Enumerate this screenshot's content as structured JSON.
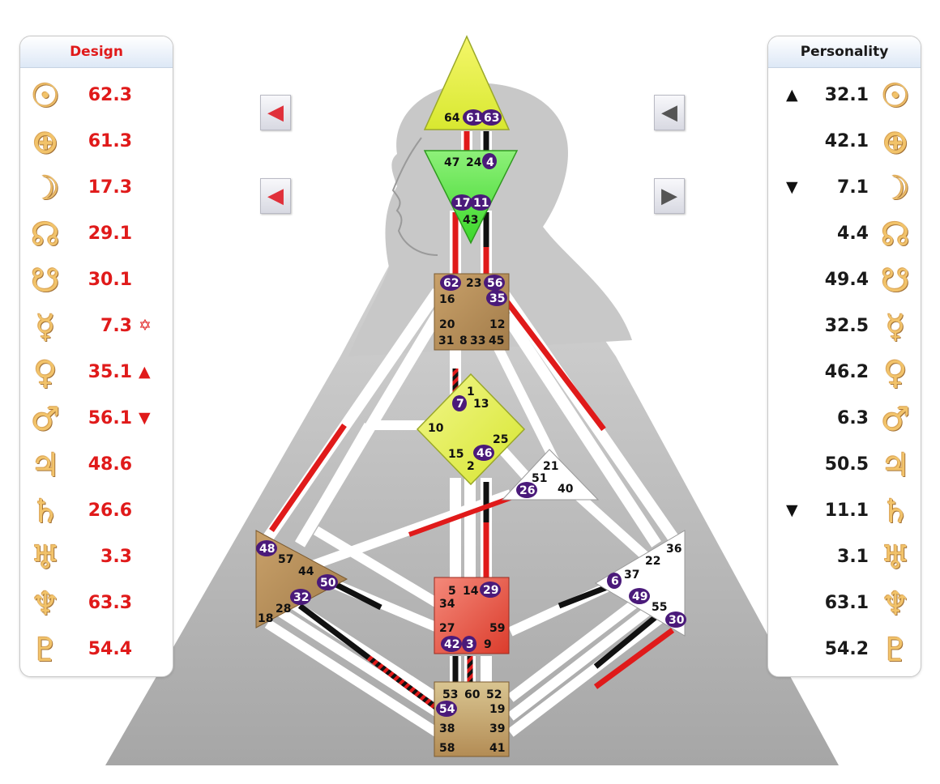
{
  "design": {
    "title": "Design",
    "rows": [
      {
        "icon": "sun-icon",
        "glyph": "☉",
        "value": "62.3",
        "mark": ""
      },
      {
        "icon": "earth-icon",
        "glyph": "⊕",
        "value": "61.3",
        "mark": ""
      },
      {
        "icon": "moon-icon",
        "glyph": "☽",
        "value": "17.3",
        "mark": ""
      },
      {
        "icon": "north-node-icon",
        "glyph": "☊",
        "value": "29.1",
        "mark": ""
      },
      {
        "icon": "south-node-icon",
        "glyph": "☋",
        "value": "30.1",
        "mark": ""
      },
      {
        "icon": "mercury-icon",
        "glyph": "☿",
        "value": "7.3",
        "mark": "✡"
      },
      {
        "icon": "venus-icon",
        "glyph": "♀",
        "value": "35.1",
        "mark": "▲"
      },
      {
        "icon": "mars-icon",
        "glyph": "♂",
        "value": "56.1",
        "mark": "▼"
      },
      {
        "icon": "jupiter-icon",
        "glyph": "♃",
        "value": "48.6",
        "mark": ""
      },
      {
        "icon": "saturn-icon",
        "glyph": "♄",
        "value": "26.6",
        "mark": ""
      },
      {
        "icon": "uranus-icon",
        "glyph": "♅",
        "value": "3.3",
        "mark": ""
      },
      {
        "icon": "neptune-icon",
        "glyph": "♆",
        "value": "63.3",
        "mark": ""
      },
      {
        "icon": "pluto-icon",
        "glyph": "♇",
        "value": "54.4",
        "mark": ""
      }
    ]
  },
  "personality": {
    "title": "Personality",
    "rows": [
      {
        "icon": "sun-icon",
        "glyph": "☉",
        "value": "32.1",
        "mark": "▲"
      },
      {
        "icon": "earth-icon",
        "glyph": "⊕",
        "value": "42.1",
        "mark": ""
      },
      {
        "icon": "moon-icon",
        "glyph": "☽",
        "value": "7.1",
        "mark": "▼"
      },
      {
        "icon": "north-node-icon",
        "glyph": "☊",
        "value": "4.4",
        "mark": ""
      },
      {
        "icon": "south-node-icon",
        "glyph": "☋",
        "value": "49.4",
        "mark": ""
      },
      {
        "icon": "mercury-icon",
        "glyph": "☿",
        "value": "32.5",
        "mark": ""
      },
      {
        "icon": "venus-icon",
        "glyph": "♀",
        "value": "46.2",
        "mark": ""
      },
      {
        "icon": "mars-icon",
        "glyph": "♂",
        "value": "6.3",
        "mark": ""
      },
      {
        "icon": "jupiter-icon",
        "glyph": "♃",
        "value": "50.5",
        "mark": ""
      },
      {
        "icon": "saturn-icon",
        "glyph": "♄",
        "value": "11.1",
        "mark": "▼"
      },
      {
        "icon": "uranus-icon",
        "glyph": "♅",
        "value": "3.1",
        "mark": ""
      },
      {
        "icon": "neptune-icon",
        "glyph": "♆",
        "value": "63.1",
        "mark": ""
      },
      {
        "icon": "pluto-icon",
        "glyph": "♇",
        "value": "54.2",
        "mark": ""
      }
    ]
  },
  "arrows": {
    "top_left": "◀",
    "mid_left": "◀",
    "top_right": "◀",
    "mid_right": "▶"
  },
  "colors": {
    "design": "#e01a1a",
    "personality": "#111111",
    "activated_gate": "#4a1a7a",
    "head": "#e8f24a",
    "ajna": "#5ee83a",
    "throat": "#b9935c",
    "g_center": "#e3f03a",
    "sacral": "#e24a3a",
    "root": "#c8aa6c"
  },
  "centers": {
    "head": {
      "gates": [
        "64",
        "61",
        "63"
      ],
      "active": [
        "61",
        "63"
      ]
    },
    "ajna": {
      "gates": [
        "47",
        "24",
        "4",
        "17",
        "11",
        "43"
      ],
      "active": [
        "4",
        "17",
        "11"
      ]
    },
    "throat": {
      "gates": [
        "62",
        "23",
        "56",
        "16",
        "35",
        "20",
        "12",
        "31",
        "8",
        "33",
        "45"
      ],
      "active": [
        "62",
        "56",
        "35"
      ]
    },
    "g": {
      "gates": [
        "1",
        "7",
        "13",
        "10",
        "25",
        "15",
        "46",
        "2"
      ],
      "active": [
        "7",
        "46"
      ]
    },
    "heart": {
      "gates": [
        "21",
        "51",
        "26",
        "40"
      ],
      "active": [
        "26"
      ]
    },
    "spleen": {
      "gates": [
        "48",
        "57",
        "44",
        "50",
        "32",
        "28",
        "18"
      ],
      "active": [
        "48",
        "50",
        "32"
      ]
    },
    "solar_plexus": {
      "gates": [
        "36",
        "22",
        "6",
        "37",
        "49",
        "55",
        "30"
      ],
      "active": [
        "6",
        "49",
        "30"
      ]
    },
    "sacral": {
      "gates": [
        "5",
        "14",
        "29",
        "34",
        "27",
        "59",
        "42",
        "3",
        "9"
      ],
      "active": [
        "29",
        "42",
        "3"
      ]
    },
    "root": {
      "gates": [
        "53",
        "60",
        "52",
        "54",
        "19",
        "38",
        "39",
        "58",
        "41"
      ],
      "active": [
        "54"
      ]
    }
  }
}
